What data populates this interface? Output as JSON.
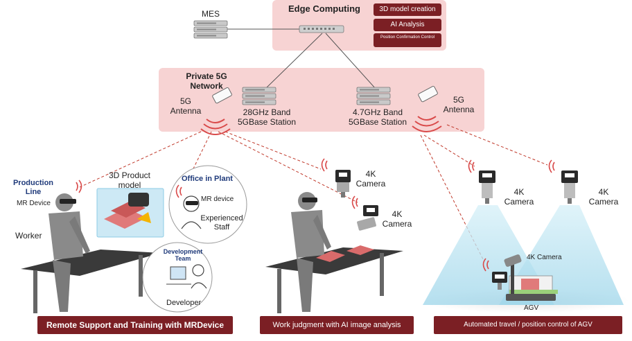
{
  "edge": {
    "title": "Edge Computing",
    "functions": [
      "3D model creation",
      "AI Analysis",
      "Position Confirmation Control"
    ]
  },
  "network": {
    "title_line1": "Private 5G",
    "title_line2": "Network",
    "left_antenna_line1": "5G",
    "left_antenna_line2": "Antenna",
    "station_28_line1": "28GHz Band",
    "station_28_line2": "5GBase Station",
    "station_47_line1": "4.7GHz Band",
    "station_47_line2": "5GBase Station",
    "right_antenna_line1": "5G",
    "right_antenna_line2": "Antenna"
  },
  "mes": {
    "label": "MES"
  },
  "left_scene": {
    "production_line1": "Production",
    "production_line2": "Line",
    "mr_device": "MR Device",
    "worker": "Worker",
    "product_model_line1": "3D Product",
    "product_model_line2": "model",
    "office_title": "Office in Plant",
    "office_mr_device": "MR device",
    "experienced_line1": "Experienced",
    "experienced_line2": "Staff",
    "dev_team_line1": "Development",
    "dev_team_line2": "Team",
    "developer": "Developer"
  },
  "middle_scene": {
    "camera1_line1": "4K",
    "camera1_line2": "Camera",
    "camera2_line1": "4K",
    "camera2_line2": "Camera"
  },
  "right_scene": {
    "camera_left_line1": "4K",
    "camera_left_line2": "Camera",
    "camera_right_line1": "4K",
    "camera_right_line2": "Camera",
    "agv_camera": "4K Camera",
    "agv": "AGV"
  },
  "ribbons": [
    "Remote Support and Training with MRDevice",
    "Work judgment with AI image analysis",
    "Automated travel / position control of AGV"
  ],
  "colors": {
    "pink_panel": "#f7d3d3",
    "maroon": "#7b1f24",
    "dash_red": "#c0392b",
    "light_blue": "#bfe6f3",
    "navy": "#1f3a7a"
  },
  "icons": [
    "server-rack-icon",
    "network-switch-icon",
    "base-station-icon",
    "antenna-icon",
    "signal-waves-icon",
    "camera-icon",
    "worker-icon",
    "conveyor-icon",
    "agv-icon"
  ]
}
